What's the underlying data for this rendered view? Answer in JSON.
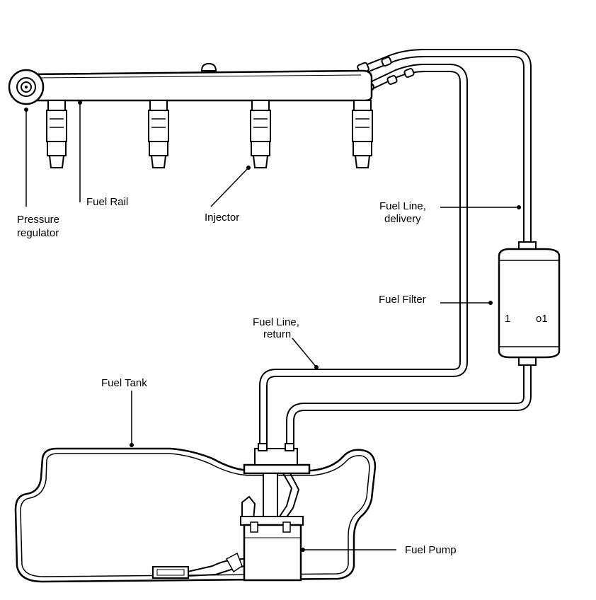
{
  "labels": {
    "pressure_regulator": [
      "Pressure",
      "regulator"
    ],
    "fuel_rail": "Fuel Rail",
    "injector": "Injector",
    "fuel_line_delivery": [
      "Fuel Line,",
      "delivery"
    ],
    "fuel_filter": "Fuel Filter",
    "fuel_line_return": [
      "Fuel Line,",
      "return"
    ],
    "fuel_tank": "Fuel Tank",
    "fuel_pump": "Fuel Pump"
  },
  "filter_marks": [
    "1",
    "o1"
  ]
}
